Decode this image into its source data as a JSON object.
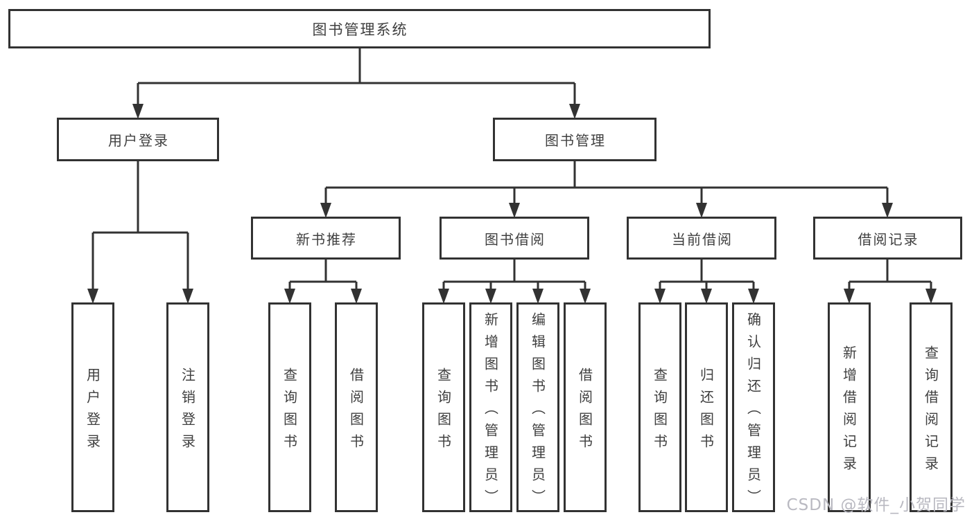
{
  "diagram_title": "图书管理系统",
  "nodes": {
    "root": {
      "label": "图书管理系统"
    },
    "user_login": {
      "label": "用户登录"
    },
    "book_mgmt": {
      "label": "图书管理"
    },
    "login_action": {
      "label": "用户登录"
    },
    "logout_action": {
      "label": "注销登录"
    },
    "new_book": {
      "label": "新书推荐"
    },
    "book_borrow": {
      "label": "图书借阅"
    },
    "current_borrow": {
      "label": "当前借阅"
    },
    "borrow_record": {
      "label": "借阅记录"
    },
    "nb_query_book": {
      "label": "查询图书"
    },
    "nb_borrow_book": {
      "label": "借阅图书"
    },
    "bb_query_book": {
      "label": "查询图书"
    },
    "bb_add_book": {
      "label": "新增图书（管理员）"
    },
    "bb_edit_book": {
      "label": "编辑图书（管理员）"
    },
    "bb_borrow_book": {
      "label": "借阅图书"
    },
    "cb_query_book": {
      "label": "查询图书"
    },
    "cb_return_book": {
      "label": "归还图书"
    },
    "cb_confirm_return": {
      "label": "确认归还（管理员）"
    },
    "br_add_record": {
      "label": "新增借阅记录"
    },
    "br_query_record": {
      "label": "查询借阅记录"
    }
  },
  "hierarchy": {
    "图书管理系统": [
      "用户登录",
      "图书管理"
    ],
    "用户登录": [
      "用户登录",
      "注销登录"
    ],
    "图书管理": [
      "新书推荐",
      "图书借阅",
      "当前借阅",
      "借阅记录"
    ],
    "新书推荐": [
      "查询图书",
      "借阅图书"
    ],
    "图书借阅": [
      "查询图书",
      "新增图书（管理员）",
      "编辑图书（管理员）",
      "借阅图书"
    ],
    "当前借阅": [
      "查询图书",
      "归还图书",
      "确认归还（管理员）"
    ],
    "借阅记录": [
      "新增借阅记录",
      "查询借阅记录"
    ]
  },
  "watermark": {
    "text": "CSDN @软件_小贺同学"
  },
  "colors": {
    "line": "#323232",
    "text": "#3f3f3f",
    "box_background": "#ffffff",
    "page_background": "#ffffff",
    "watermark": "#b9b9c1"
  }
}
